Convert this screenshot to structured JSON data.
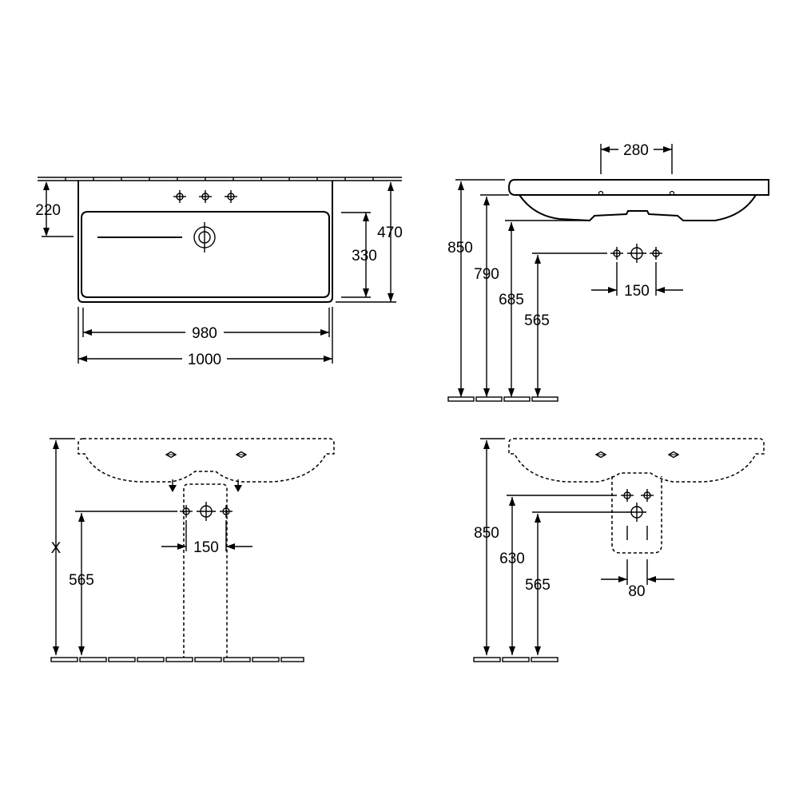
{
  "top_view": {
    "width_outer": "1000",
    "width_inner": "980",
    "depth_total": "470",
    "depth_bowl": "330",
    "depth_tap": "220"
  },
  "side_view": {
    "tap_spacing": "280",
    "height_rim": "850",
    "height_bowl": "790",
    "height_waste": "685",
    "height_supply": "565",
    "supply_spacing": "150"
  },
  "front_pedestal_view": {
    "height_variable": "X",
    "height_supply": "565",
    "supply_spacing": "150"
  },
  "front_semi_pedestal_view": {
    "height_rim": "850",
    "height_waste": "630",
    "height_supply": "565",
    "supply_spacing": "80"
  }
}
